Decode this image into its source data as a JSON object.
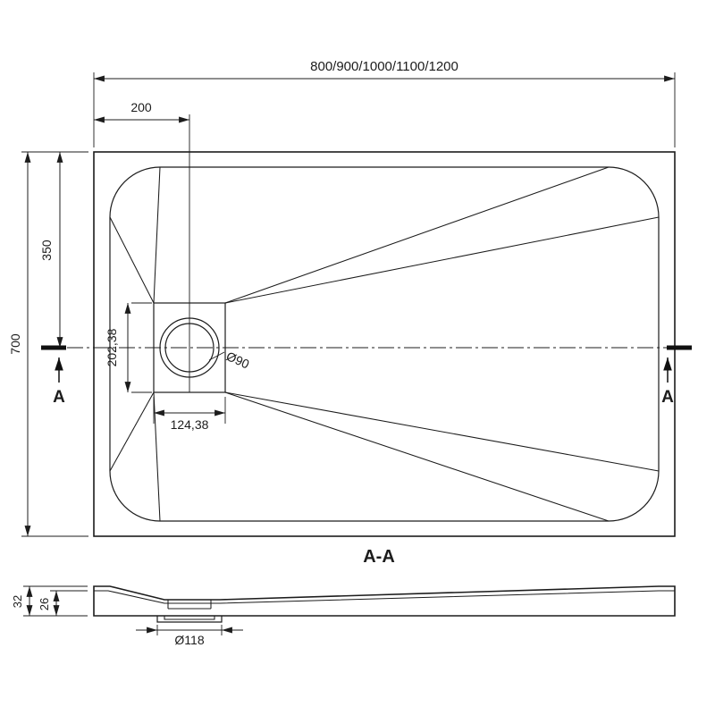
{
  "page": {
    "background": "#ffffff",
    "line_color": "#1c1c1c"
  },
  "top_view": {
    "width_label": "800/900/1000/1100/1200",
    "drain_offset_x_label": "200",
    "height_label": "700",
    "drain_offset_y_label": "350",
    "drain_recess_height_label": "202,38",
    "drain_recess_width_label": "124,38",
    "drain_diameter_label": "Ø90",
    "section_marker": "A"
  },
  "section_view": {
    "title": "A-A",
    "total_height_label": "32",
    "inner_depth_label": "26",
    "drain_hole_label": "Ø118"
  }
}
